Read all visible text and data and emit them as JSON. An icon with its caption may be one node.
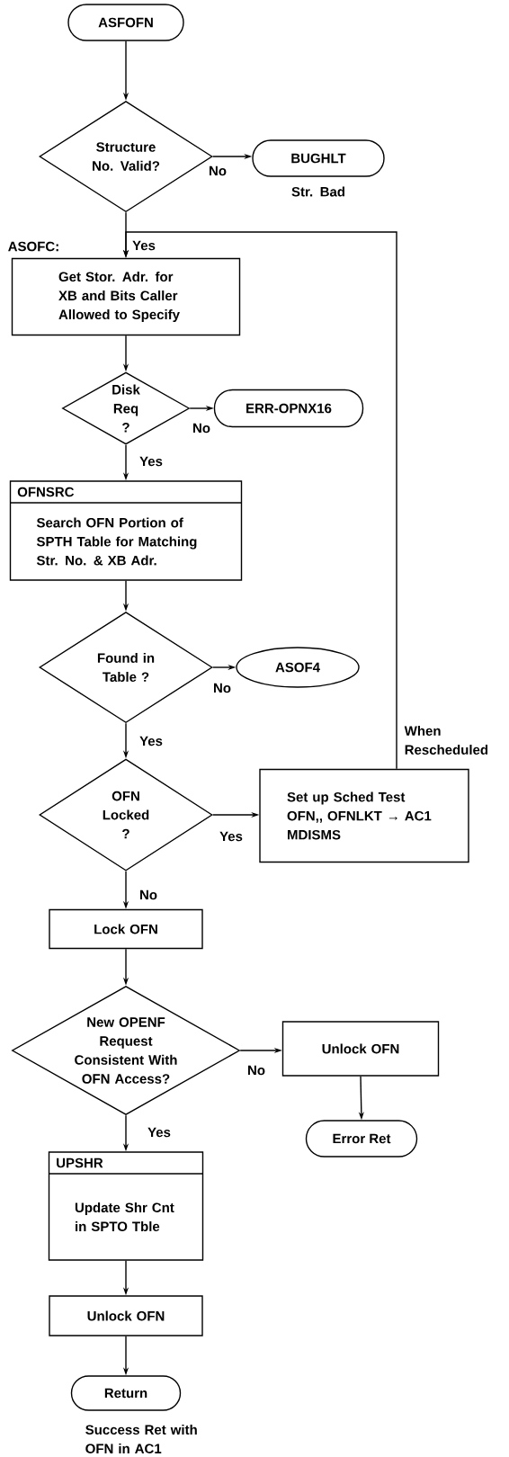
{
  "diagram": {
    "nodes": [
      {
        "text": [
          "ASFOFN"
        ]
      },
      {
        "text": [
          "Structure No. Valid?"
        ]
      },
      {
        "text": [
          "BUGHLT"
        ],
        "beside": [
          "Str. Bad"
        ]
      },
      {
        "text": [
          "Get Stor. Adr. for XB and Bits Caller Allowed to Specify"
        ],
        "beside": [
          "ASOFC:"
        ]
      },
      {
        "text": [
          "Disk Req ?"
        ]
      },
      {
        "text": [
          "ERR-OPNX16"
        ]
      },
      {
        "text": [
          "OFNSRC",
          "Search OFN Portion of SPTH Table for Matching Str. No. & XB Adr."
        ]
      },
      {
        "text": [
          "Found in Table ?"
        ]
      },
      {
        "text": [
          "ASOF4"
        ]
      },
      {
        "text": [
          "OFN Locked ?"
        ]
      },
      {
        "text": [
          "Set up Sched Test OFN,, OFNLKT → AC1 MDISMS"
        ]
      },
      {
        "text": [
          "Lock OFN"
        ]
      },
      {
        "text": [
          "New OPENF Request Consistent With OFN Access?"
        ]
      },
      {
        "text": [
          "Unlock OFN"
        ]
      },
      {
        "text": [
          "Error Ret"
        ]
      },
      {
        "text": [
          "UPSHR",
          "Update Shr Cnt in SPTO Tble"
        ]
      },
      {
        "text": [
          "Unlock OFN"
        ]
      },
      {
        "text": [
          "Return"
        ],
        "beside": [
          "Success Ret with OFN in AC1"
        ]
      }
    ],
    "edges": [
      {
        "from": 0,
        "to": 1,
        "arrow": "to"
      },
      {
        "from": 1,
        "to": 2,
        "arrow": "to",
        "label": "No"
      },
      {
        "from": 1,
        "to": 3,
        "arrow": "to",
        "label": "Yes"
      },
      {
        "from": 3,
        "to": 4,
        "arrow": "to"
      },
      {
        "from": 4,
        "to": 5,
        "arrow": "to",
        "label": "No"
      },
      {
        "from": 4,
        "to": 6,
        "arrow": "to",
        "label": "Yes"
      },
      {
        "from": 6,
        "to": 7,
        "arrow": "to"
      },
      {
        "from": 7,
        "to": 8,
        "arrow": "to",
        "label": "No"
      },
      {
        "from": 7,
        "to": 9,
        "arrow": "to",
        "label": "Yes"
      },
      {
        "from": 9,
        "to": 10,
        "arrow": "to",
        "label": "Yes"
      },
      {
        "from": 10,
        "to": 3,
        "arrow": "to",
        "label": "When Rescheduled"
      },
      {
        "from": 9,
        "to": 11,
        "arrow": "to",
        "label": "No"
      },
      {
        "from": 11,
        "to": 12,
        "arrow": "to"
      },
      {
        "from": 12,
        "to": 13,
        "arrow": "to",
        "label": "No"
      },
      {
        "from": 13,
        "to": 14,
        "arrow": "to"
      },
      {
        "from": 12,
        "to": 15,
        "arrow": "to",
        "label": "Yes"
      },
      {
        "from": 15,
        "to": 16,
        "arrow": "to"
      },
      {
        "from": 16,
        "to": 17,
        "arrow": "to"
      }
    ]
  }
}
